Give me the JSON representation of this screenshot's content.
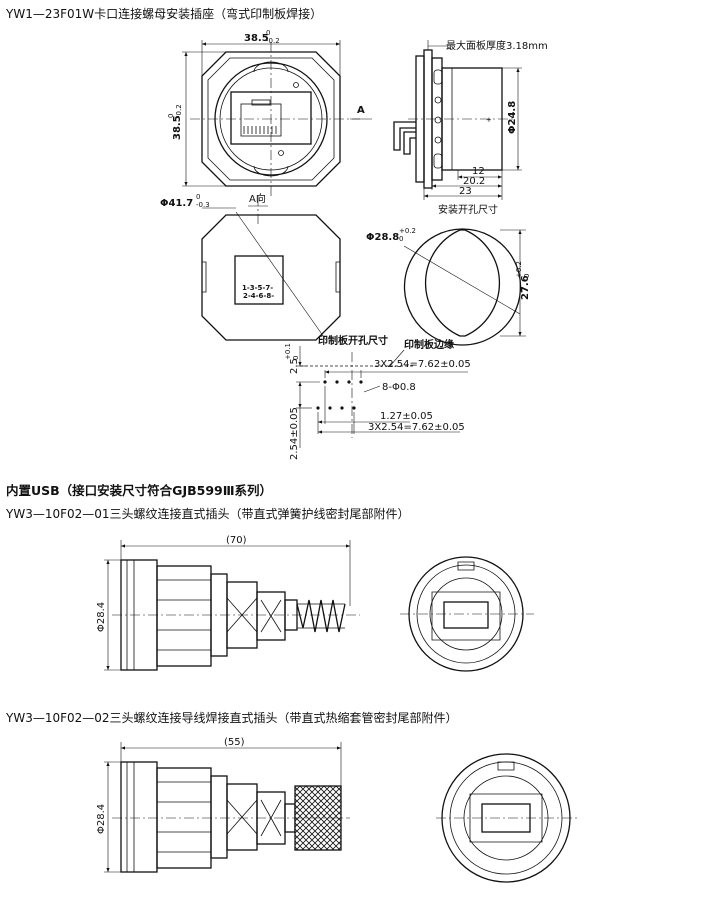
{
  "section1": {
    "title": "YW1—23F01W卡口连接螺母安装插座（弯式印制板焊接）",
    "front_view": {
      "width_dim": "38.5",
      "height_dim": "38.5",
      "tol_upper": "0",
      "tol_lower": "-0.2"
    },
    "side_view": {
      "max_panel_label": "最大面板厚度3.18mm",
      "diameter": "Φ24.8",
      "dim_12": "12",
      "dim_20_2": "20.2",
      "dim_23": "23",
      "caption": "安装开孔尺寸",
      "arrow_label": "A"
    },
    "a_view": {
      "label": "A向",
      "diameter": "Φ41.7",
      "tol_upper": "0",
      "tol_lower": "-0.3",
      "pins_row1": "1-3-5-7-",
      "pins_row2": "2-4-6-8-"
    },
    "cutout": {
      "diameter": "Φ28.8",
      "tol_upper": "+0.2",
      "tol_lower": "0",
      "flat": "27.6",
      "flat_tol_upper": "+0.2",
      "flat_tol_lower": "0"
    },
    "pcb": {
      "title": "印制板开孔尺寸",
      "edge_label": "印制板边缘",
      "pitch_top": "3X2.54=7.62±0.05",
      "holes": "8-Φ0.8",
      "offset": "1.27±0.05",
      "pitch_bottom": "3X2.54=7.62±0.05",
      "edge_dist": "2.5",
      "edge_tol_upper": "+0.1",
      "edge_tol_lower": "0",
      "row_spacing": "2.54±0.05"
    }
  },
  "section2": {
    "heading": "内置USB（接口安装尺寸符合GJB599Ⅲ系列）",
    "title": "YW3—10F02—01三头螺纹连接直式插头（带直式弹簧护线密封尾部附件）",
    "length": "(70)",
    "diameter": "Φ28.4"
  },
  "section3": {
    "title": "YW3—10F02—02三头螺纹连接导线焊接直式插头（带直式热缩套管密封尾部附件）",
    "length": "(55)",
    "diameter": "Φ28.4"
  }
}
